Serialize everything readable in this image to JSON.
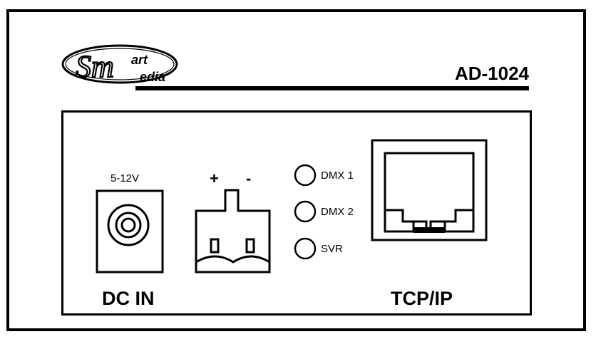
{
  "brand": {
    "logo_text_main": "Sm",
    "logo_text_upper": "art",
    "logo_text_lower": "edia"
  },
  "model": "AD-1024",
  "dc": {
    "voltage_label": "5-12V",
    "port_label": "DC IN"
  },
  "terminal": {
    "plus": "+",
    "minus": "-"
  },
  "leds": [
    {
      "label": "DMX 1"
    },
    {
      "label": "DMX 2"
    },
    {
      "label": "SVR"
    }
  ],
  "network": {
    "port_label": "TCP/IP"
  }
}
